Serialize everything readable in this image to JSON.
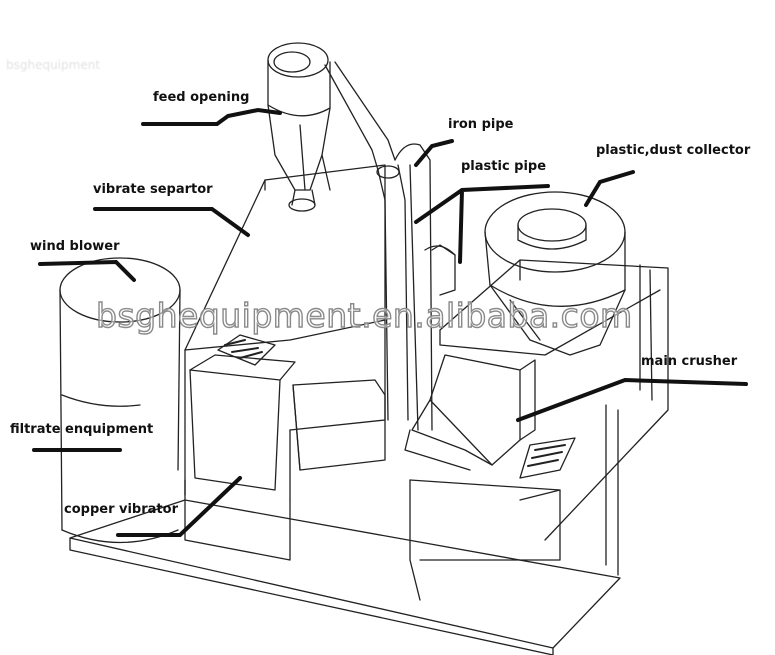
{
  "labels": {
    "feed_opening": "feed opening",
    "iron_pipe": "iron pipe",
    "plastic_pipe": "plastic pipe",
    "plastic_dust_collector": "plastic,dust collector",
    "vibrate_separtor": "vibrate separtor",
    "wind_blower": "wind blower",
    "main_crusher": "main crusher",
    "filtrate_enquipment": "filtrate enquipment",
    "copper_vibrator": "copper vibrator"
  },
  "watermark": "bsghequipment.en.alibaba.com",
  "colors": {
    "line": "#222222",
    "leader": "#111111",
    "background": "#ffffff"
  }
}
